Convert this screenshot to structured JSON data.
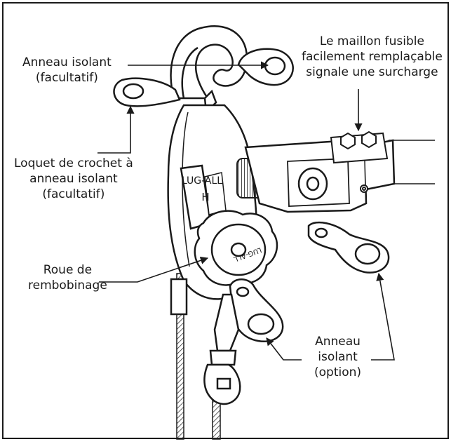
{
  "labels": {
    "insulating_ring": [
      "Anneau isolant",
      "(facultatif)"
    ],
    "fuse_link": [
      "Le maillon fusible",
      "facilement remplaçable",
      "signale une surcharge"
    ],
    "hook_latch": [
      "Loquet de crochet à",
      "anneau isolant",
      "(facultatif)"
    ],
    "rewind_wheel": [
      "Roue de",
      "rembobinage"
    ],
    "insulating_ring_option": [
      "Anneau",
      "isolant",
      "(option)"
    ]
  },
  "device_markings": {
    "brand_plate": "LUG-ALL",
    "size_letter": "H",
    "knob_text": "LUG-ALL"
  },
  "colors": {
    "ink": "#1a1a1a",
    "background": "#ffffff",
    "shade": "#cfcfcf"
  }
}
